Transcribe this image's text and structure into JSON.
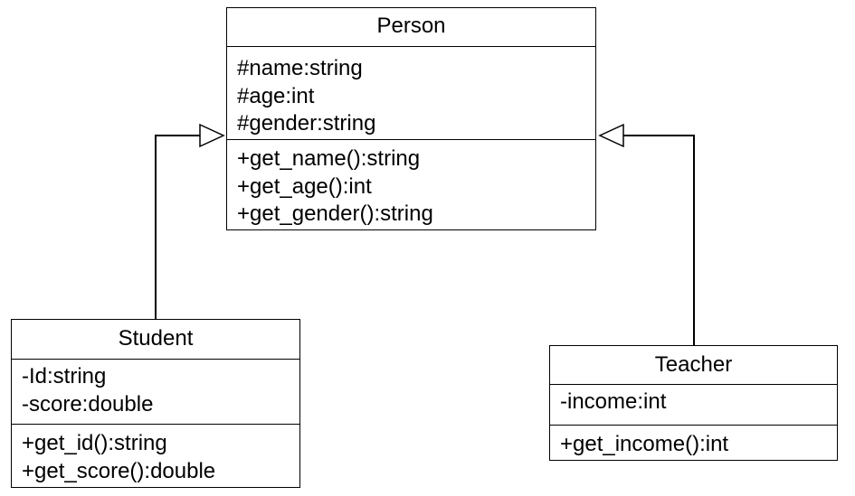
{
  "classes": {
    "person": {
      "name": "Person",
      "attributes": [
        "#name:string",
        "#age:int",
        "#gender:string"
      ],
      "operations": [
        "+get_name():string",
        "+get_age():int",
        "+get_gender():string"
      ]
    },
    "student": {
      "name": "Student",
      "attributes": [
        "-Id:string",
        "-score:double"
      ],
      "operations": [
        "+get_id():string",
        "+get_score():double"
      ]
    },
    "teacher": {
      "name": "Teacher",
      "attributes": [
        "-income:int"
      ],
      "operations": [
        "+get_income():int"
      ]
    }
  },
  "relations": [
    {
      "type": "generalization",
      "from": "student",
      "to": "person"
    },
    {
      "type": "generalization",
      "from": "teacher",
      "to": "person"
    }
  ],
  "colors": {
    "line": "#000000",
    "fill": "#ffffff"
  }
}
